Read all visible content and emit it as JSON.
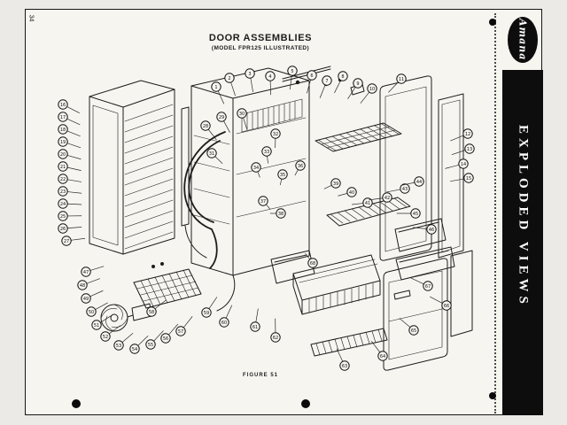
{
  "page": {
    "page_number": "34",
    "title": "DOOR ASSEMBLIES",
    "subtitle": "(MODEL FPR125 ILLUSTRATED)",
    "figure_caption": "FIGURE 51"
  },
  "sidebar": {
    "brand": "Amana",
    "label": "EXPLODED VIEWS",
    "background": "#0d0d0d",
    "text_color": "#ffffff"
  },
  "diagram": {
    "ink_color": "#1d1d1d",
    "callouts_format": "[number, x, y]",
    "callouts": [
      [
        1,
        243,
        97
      ],
      [
        2,
        258,
        87
      ],
      [
        3,
        281,
        82
      ],
      [
        4,
        304,
        85
      ],
      [
        5,
        329,
        79
      ],
      [
        6,
        351,
        84
      ],
      [
        7,
        368,
        90
      ],
      [
        8,
        386,
        85
      ],
      [
        9,
        403,
        93
      ],
      [
        10,
        419,
        99
      ],
      [
        11,
        452,
        88
      ],
      [
        12,
        527,
        150
      ],
      [
        13,
        529,
        167
      ],
      [
        14,
        522,
        184
      ],
      [
        15,
        528,
        200
      ],
      [
        16,
        70,
        117
      ],
      [
        17,
        70,
        131
      ],
      [
        18,
        70,
        145
      ],
      [
        19,
        70,
        159
      ],
      [
        20,
        70,
        173
      ],
      [
        21,
        70,
        187
      ],
      [
        22,
        70,
        201
      ],
      [
        23,
        70,
        215
      ],
      [
        24,
        70,
        229
      ],
      [
        25,
        70,
        243
      ],
      [
        26,
        70,
        257
      ],
      [
        27,
        74,
        271
      ],
      [
        28,
        231,
        141
      ],
      [
        29,
        249,
        131
      ],
      [
        30,
        272,
        127
      ],
      [
        31,
        238,
        172
      ],
      [
        32,
        310,
        150
      ],
      [
        33,
        300,
        170
      ],
      [
        34,
        288,
        188
      ],
      [
        35,
        318,
        196
      ],
      [
        36,
        338,
        186
      ],
      [
        37,
        296,
        226
      ],
      [
        38,
        316,
        240
      ],
      [
        39,
        378,
        206
      ],
      [
        40,
        396,
        216
      ],
      [
        41,
        414,
        228
      ],
      [
        42,
        436,
        222
      ],
      [
        43,
        456,
        212
      ],
      [
        44,
        472,
        204
      ],
      [
        45,
        468,
        240
      ],
      [
        46,
        486,
        258
      ],
      [
        47,
        96,
        306
      ],
      [
        48,
        92,
        321
      ],
      [
        49,
        96,
        336
      ],
      [
        50,
        102,
        351
      ],
      [
        51,
        108,
        366
      ],
      [
        52,
        118,
        379
      ],
      [
        53,
        133,
        389
      ],
      [
        54,
        151,
        393
      ],
      [
        55,
        169,
        388
      ],
      [
        56,
        186,
        381
      ],
      [
        57,
        203,
        373
      ],
      [
        58,
        170,
        351
      ],
      [
        59,
        232,
        352
      ],
      [
        60,
        252,
        363
      ],
      [
        61,
        287,
        368
      ],
      [
        62,
        310,
        380
      ],
      [
        63,
        388,
        412
      ],
      [
        64,
        431,
        401
      ],
      [
        65,
        466,
        372
      ],
      [
        66,
        503,
        344
      ],
      [
        67,
        482,
        322
      ],
      [
        68,
        352,
        296
      ]
    ]
  }
}
